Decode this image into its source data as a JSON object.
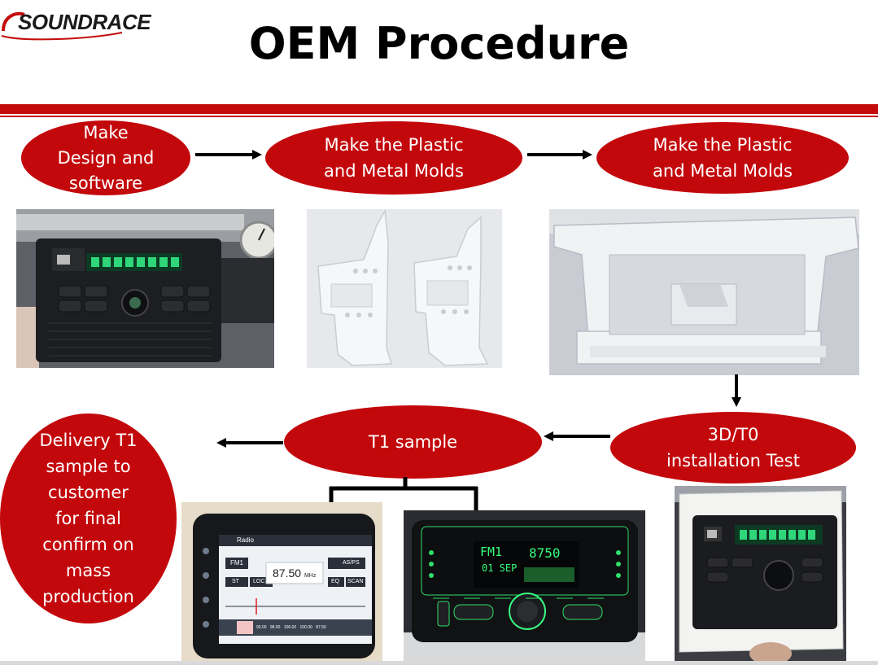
{
  "header": {
    "logo_text": "SOUNDRACE",
    "title": "OEM Procedure"
  },
  "steps": {
    "step1": "Make\nDesign and\nsoftware",
    "step2": "Make the Plastic\nand Metal Molds",
    "step3": "Make the Plastic\nand Metal Molds",
    "step4": "3D/T0\ninstallation Test",
    "step5": "T1 sample",
    "step6": "Delivery  T1\nsample to\ncustomer\nfor final\nconfirm on\nmass\nproduction"
  },
  "photos": {
    "radio_screen": {
      "tab": "Radio",
      "frequency": "87.50",
      "unit": "MHz",
      "band": "FM1",
      "buttons": [
        "ST",
        "LOC",
        "EQ",
        "SCAN",
        "AS/PS"
      ],
      "scale": [
        "90.00",
        "98.00",
        "106.00",
        "100.00",
        "87.50"
      ]
    },
    "radio_lcd": {
      "band": "FM1",
      "frequency": "8750",
      "date": "01 SEP"
    }
  },
  "colors": {
    "accent_red": "#c3080c",
    "bar_red": "#c30b0b"
  }
}
